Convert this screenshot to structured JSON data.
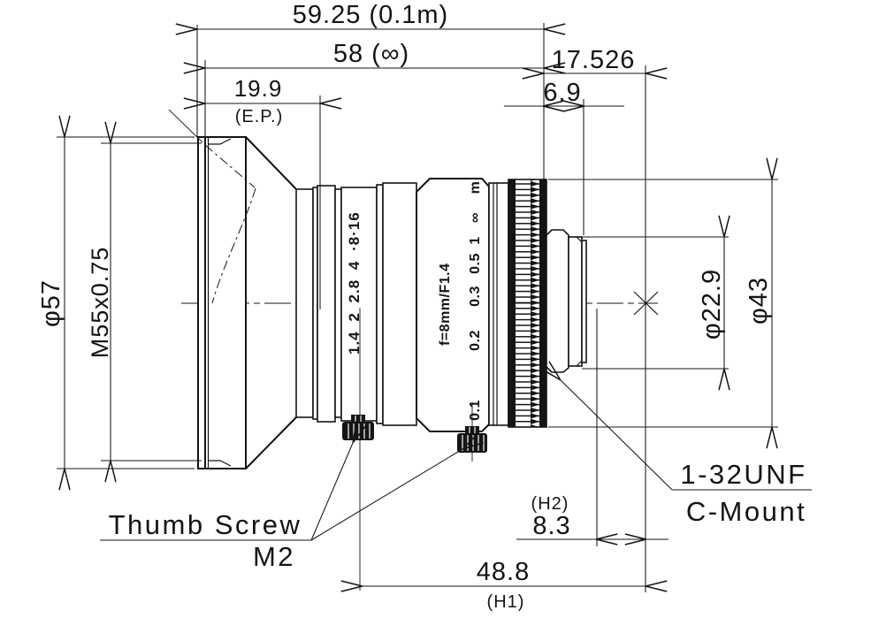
{
  "drawing": {
    "colors": {
      "line": "#141414",
      "background": "#ffffff"
    },
    "dimensions": {
      "overall_near": "59.25 (0.1m)",
      "overall_inf": "58 (∞)",
      "entrance_pupil": "19.9",
      "entrance_pupil_note": "(E.P.)",
      "flange_back": "17.526",
      "mount_thread_length": "6.9",
      "front_diameter": "φ57",
      "filter_thread": "M55x0.75",
      "mount_diameter": "φ22.9",
      "barrel_diameter": "φ43",
      "h2_note": "(H2)",
      "h2_distance": "8.3",
      "h1_distance": "48.8",
      "h1_note": "(H1)"
    },
    "labels": {
      "thumb_screw": "Thumb Screw",
      "thumb_screw_size": "M2",
      "mount_thread": "1-32UNF",
      "mount_type": "C-Mount"
    },
    "barrel_markings": {
      "aperture_scale": "1.4 2 2.8 4 ·8·16",
      "lens_spec": "f=8mm/F1.4",
      "focus_scale": [
        "m",
        "∞",
        "1",
        "0.5",
        "0.3",
        "0.2",
        "0.1"
      ]
    }
  }
}
